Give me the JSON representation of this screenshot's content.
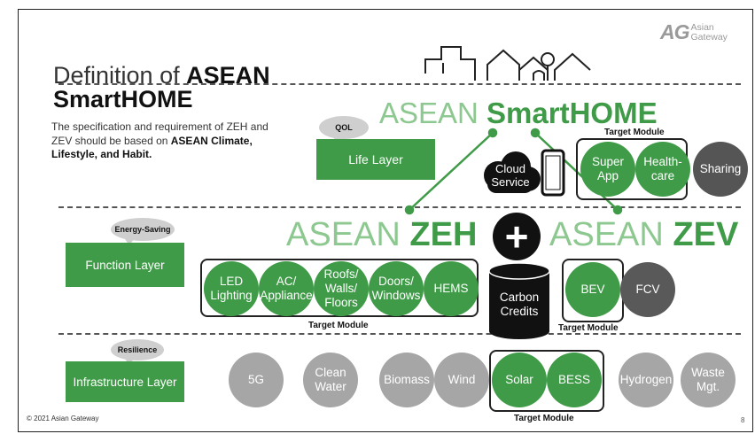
{
  "logo": {
    "mark": "AG",
    "line1": "Asian",
    "line2": "Gateway"
  },
  "title": {
    "light": "Definition of ",
    "bold1": "ASEAN",
    "bold2": "SmartHOME"
  },
  "description": {
    "normal": "The specification and requirement of ZEH and ZEV should be based on ",
    "bold": "ASEAN Climate, Lifestyle, and Habit."
  },
  "layers": {
    "life": {
      "bubble": "QOL",
      "label": "Life Layer"
    },
    "function": {
      "bubble": "Energy-Saving",
      "label": "Function Layer"
    },
    "infrastructure": {
      "bubble": "Resilience",
      "label": "Infrastructure Layer"
    }
  },
  "smarthome": {
    "light": "ASEAN ",
    "bold": "SmartHOME"
  },
  "zeh": {
    "light": "ASEAN ",
    "bold": "ZEH"
  },
  "zev": {
    "light": "ASEAN ",
    "bold": "ZEV"
  },
  "plus": "+",
  "cloud_service": "Cloud\nService",
  "life_modules": [
    "Super\nApp",
    "Health-\ncare"
  ],
  "sharing": "Sharing",
  "function_modules": [
    "LED\nLighting",
    "AC/\nAppliance",
    "Roofs/\nWalls/\nFloors",
    "Doors/\nWindows",
    "HEMS"
  ],
  "carbon_credits": "Carbon\nCredits",
  "zev_modules": [
    "BEV"
  ],
  "fcv": "FCV",
  "infra_gray_left": [
    "5G",
    "Clean\nWater",
    "Biomass",
    "Wind"
  ],
  "infra_modules": [
    "Solar",
    "BESS"
  ],
  "infra_gray_right": [
    "Hydrogen",
    "Waste\nMgt."
  ],
  "target_module_label": "Target Module",
  "footer": "© 2021 Asian Gateway",
  "page_number": "8",
  "colors": {
    "green": "#3f9b47",
    "light_green": "#8cc88f",
    "gray": "#a6a6a6",
    "dark_gray": "#555555"
  }
}
